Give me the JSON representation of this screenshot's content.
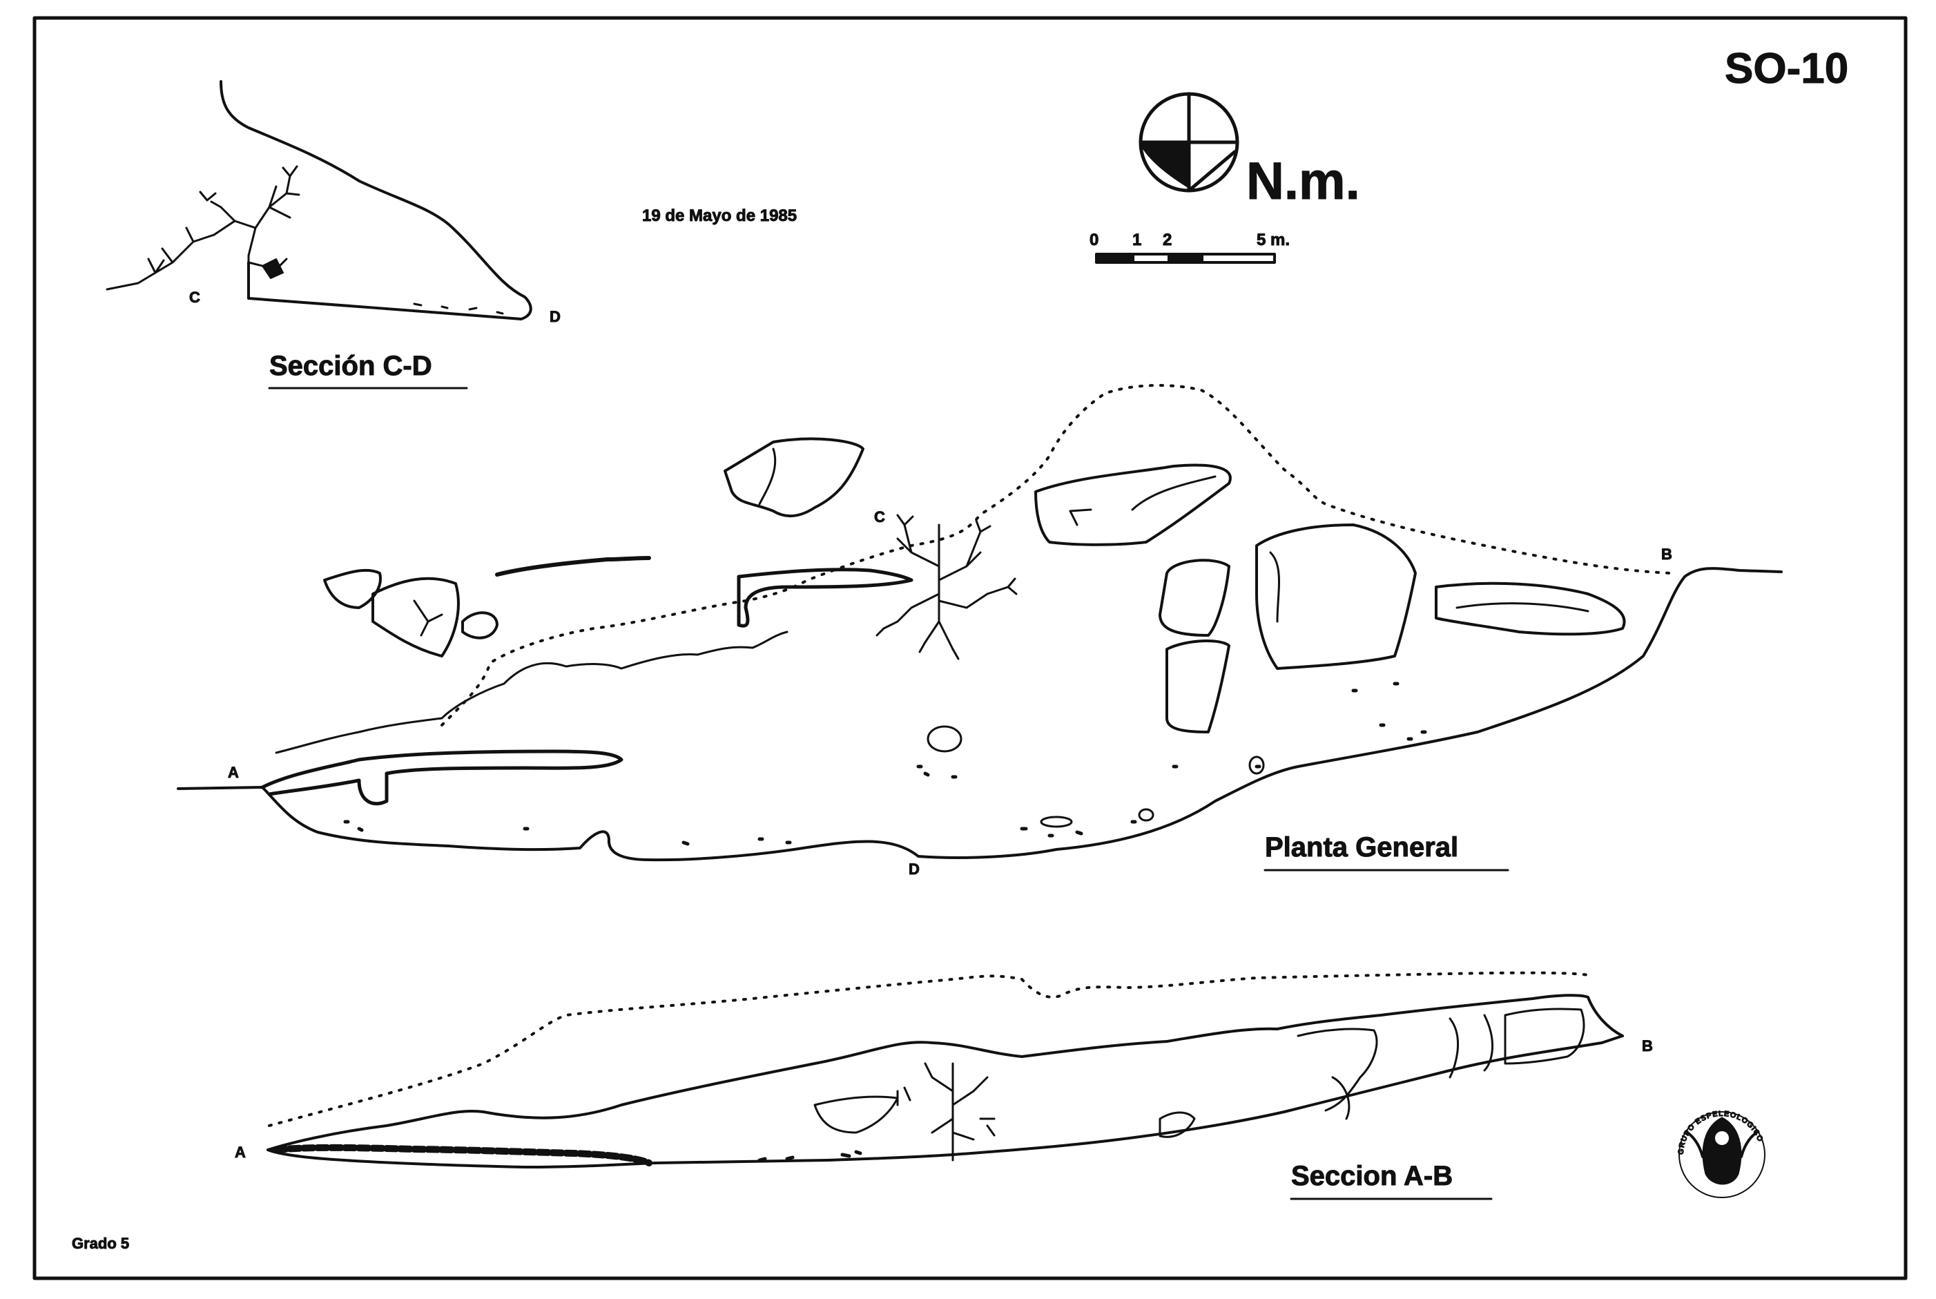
{
  "code": "SO-10",
  "date": "19 de Mayo de 1985",
  "north": "N.m.",
  "scale": {
    "ticks": [
      "0",
      "1",
      "2",
      "5 m."
    ]
  },
  "sections": {
    "cd": {
      "title": "Sección C-D",
      "label_c": "C",
      "label_d": "D"
    },
    "plan": {
      "title": "Planta General",
      "label_a": "A",
      "label_b": "B",
      "label_c": "C",
      "label_d": "D"
    },
    "ab": {
      "title": "Seccion A-B",
      "label_a": "A",
      "label_b": "B"
    }
  },
  "grade": "Grado 5",
  "logo": {
    "text": "GRUPO ESPELEOLOGICO"
  }
}
